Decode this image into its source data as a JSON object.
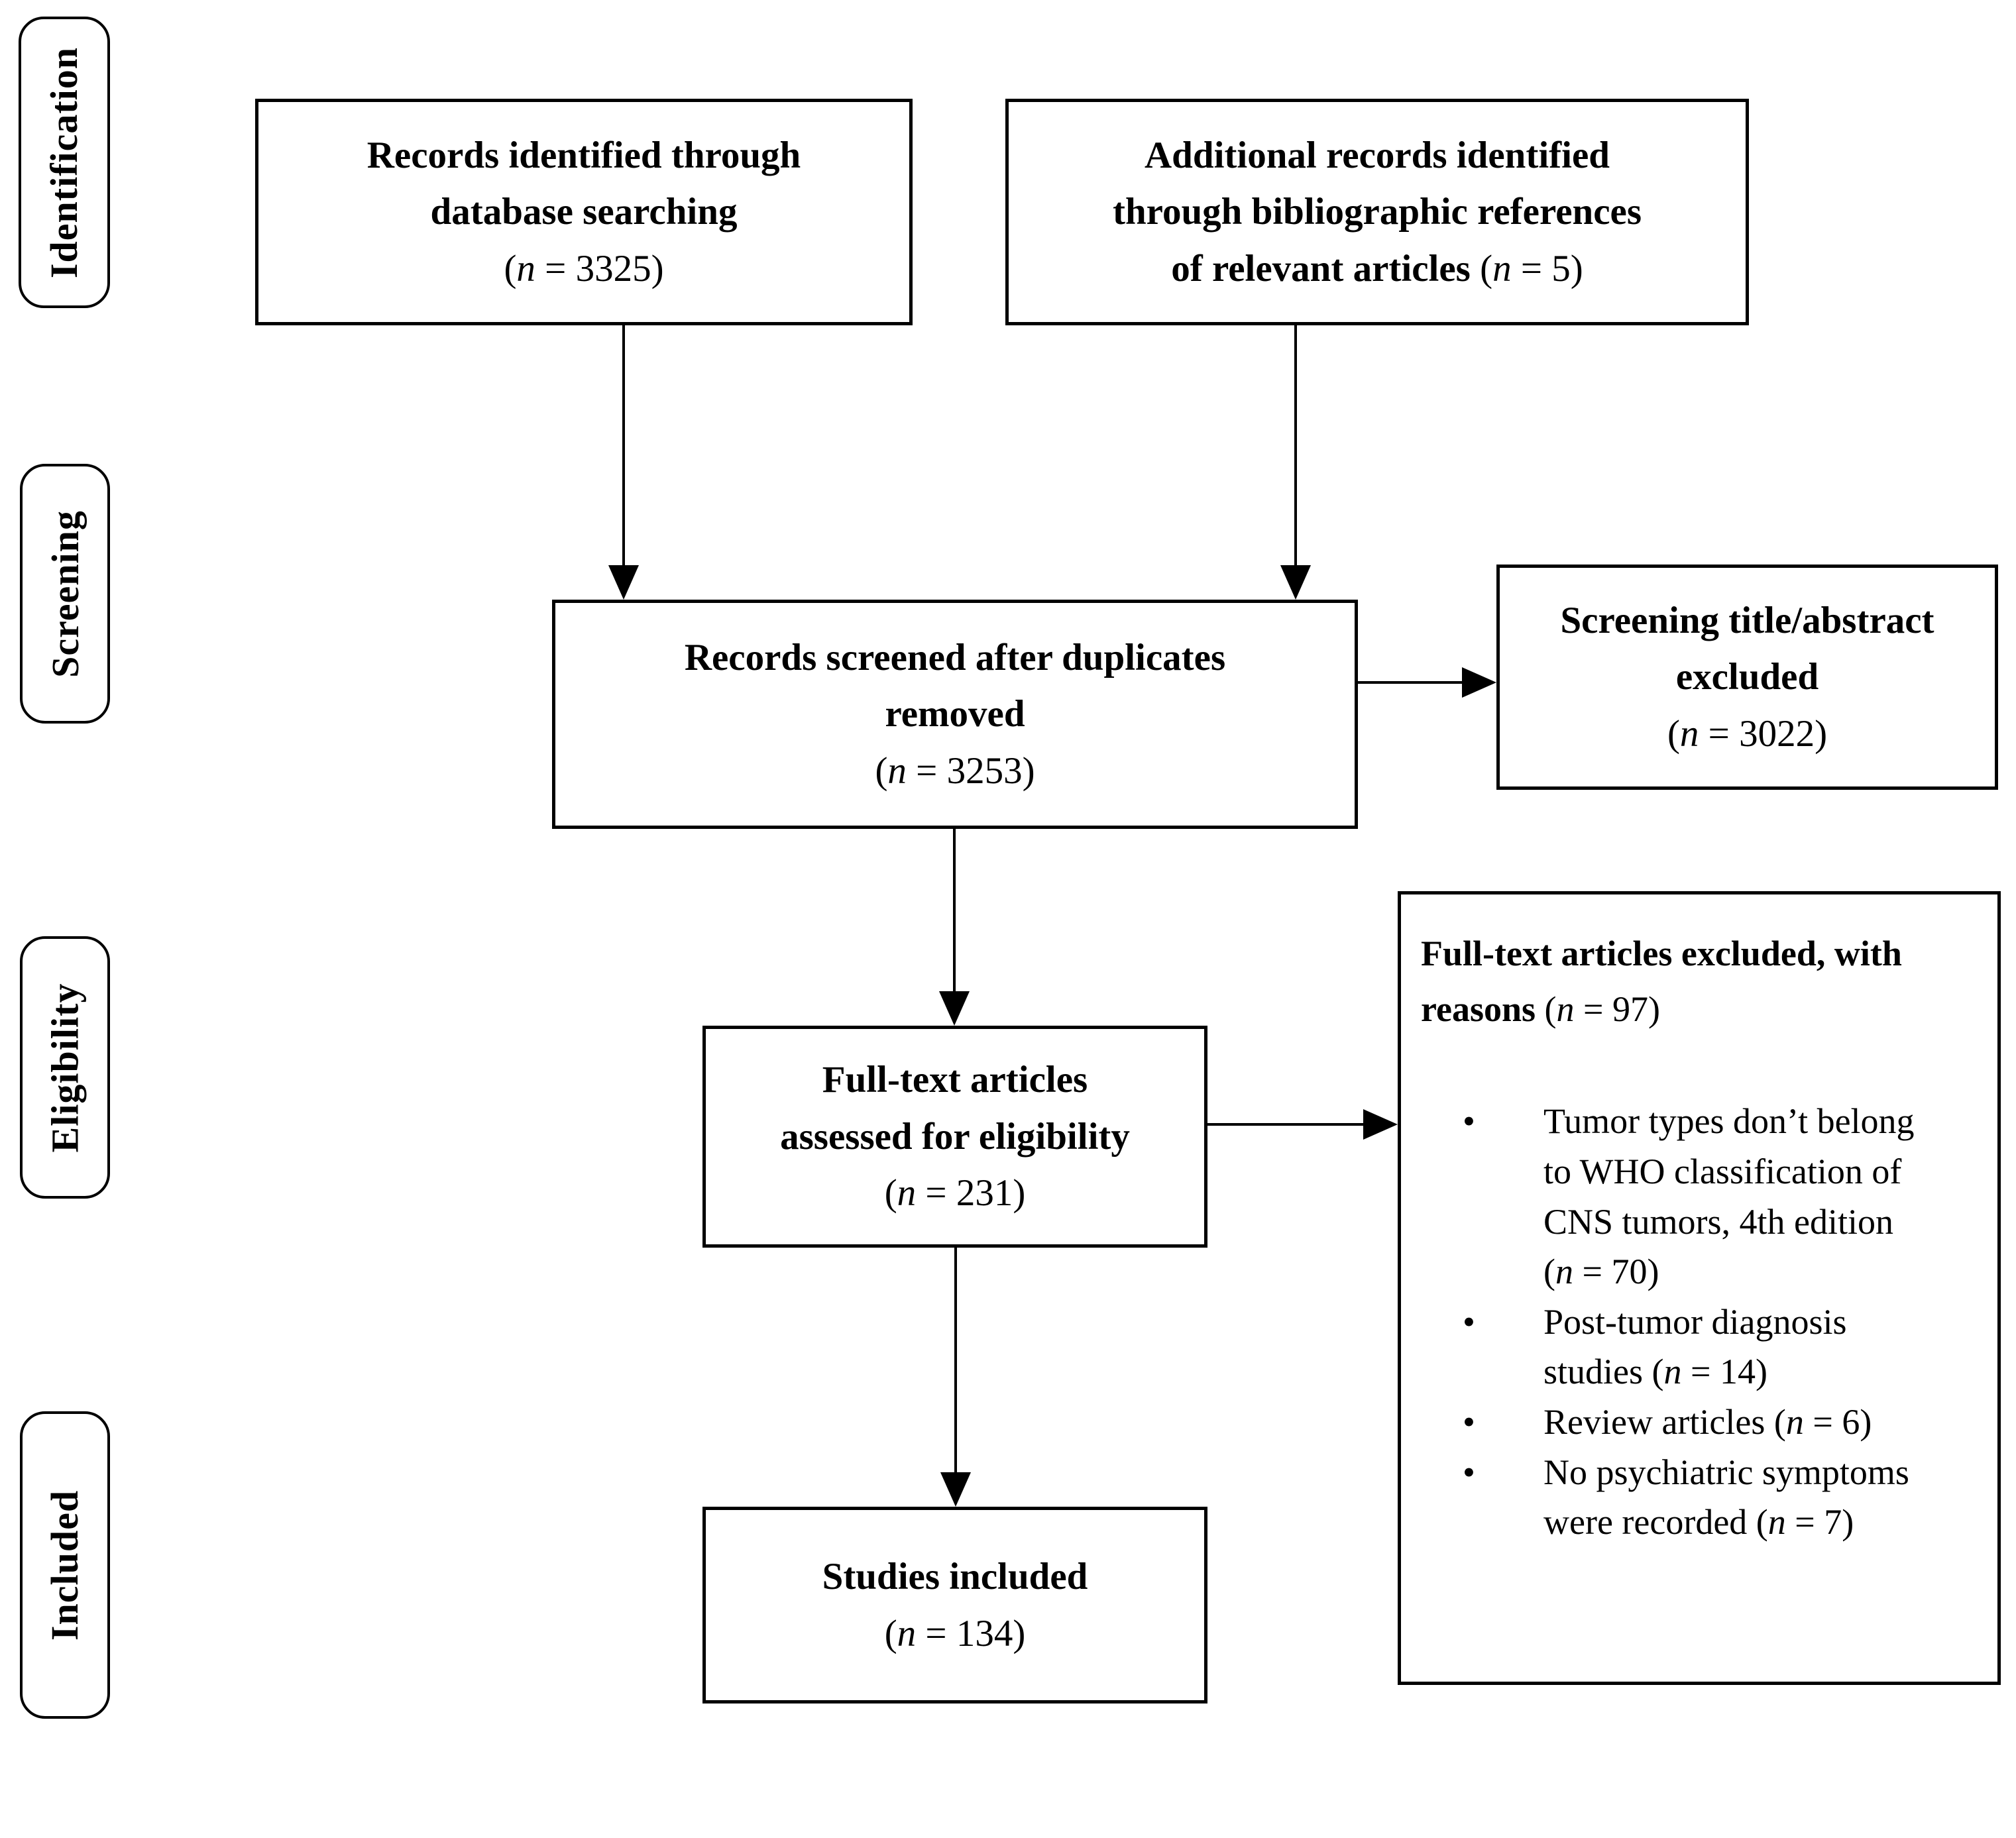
{
  "stages": {
    "identification": "Identification",
    "screening": "Screening",
    "eligibility": "Eligibility",
    "included": "Included"
  },
  "bullet_char": "•",
  "boxes": {
    "records_identified": {
      "line1": "Records identified through",
      "line2": "database searching",
      "count": {
        "pre": "(",
        "var": "n",
        "post": " = 3325)"
      }
    },
    "additional_records": {
      "line1": "Additional records identified",
      "line2": "through bibliographic references",
      "line3": "of relevant articles ",
      "count": {
        "pre": "(",
        "var": "n",
        "post": " = 5)"
      }
    },
    "records_screened": {
      "line1": "Records screened after duplicates",
      "line2": "removed",
      "count": {
        "pre": "(",
        "var": "n",
        "post": " = 3253)"
      }
    },
    "screening_excluded": {
      "line1": "Screening title/abstract",
      "line2": "excluded",
      "count": {
        "pre": "(",
        "var": "n",
        "post": " = 3022)"
      }
    },
    "fulltext_assessed": {
      "line1": "Full-text articles",
      "line2": "assessed for eligibility",
      "count": {
        "pre": "(",
        "var": "n",
        "post": " = 231)"
      }
    },
    "studies_included": {
      "line1": "Studies included",
      "count": {
        "pre": "(",
        "var": "n",
        "post": " = 134)"
      }
    },
    "fulltext_excluded": {
      "title": "Full-text articles excluded, with reasons ",
      "count": {
        "pre": "(",
        "var": "n",
        "post": " = 97)"
      },
      "bullets": [
        {
          "text": "Tumor types don’t belong to WHO classification of CNS tumors, 4th edition ",
          "count": {
            "pre": "(",
            "var": "n",
            "post": " = 70)"
          }
        },
        {
          "text": "Post-tumor diagnosis studies ",
          "count": {
            "pre": "(",
            "var": "n",
            "post": " = 14)"
          }
        },
        {
          "text": "Review articles ",
          "count": {
            "pre": "(",
            "var": "n",
            "post": " = 6)"
          }
        },
        {
          "text": "No psychiatric symptoms were recorded ",
          "count": {
            "pre": "(",
            "var": "n",
            "post": " = 7)"
          }
        }
      ]
    }
  }
}
